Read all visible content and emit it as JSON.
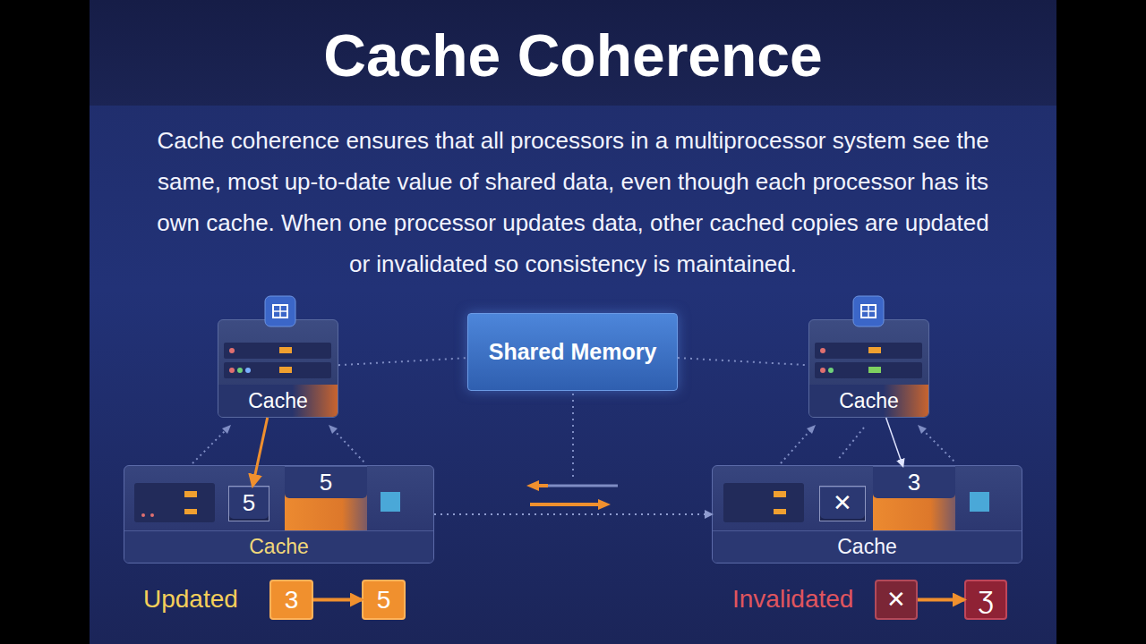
{
  "diagram": {
    "title": "Cache Coherence",
    "caption": "Cache coherence ensures that all processors in a multiprocessor system see the same, most up-to-date value of shared data, even though each processor has its own cache. When one processor updates data, other cached copies are updated or invalidated so consistency is maintained.",
    "nodes": [
      {
        "text": [
          "Cache"
        ]
      },
      {
        "text": [
          "Shared Memory"
        ]
      },
      {
        "text": [
          "Cache"
        ]
      },
      {
        "text": [
          "Cache"
        ]
      },
      {
        "text": [
          "5"
        ],
        "in": 3
      },
      {
        "text": [
          "5"
        ],
        "in": 3
      },
      {
        "text": [
          "Cache"
        ]
      },
      {
        "text": [
          "✕"
        ],
        "in": 6
      },
      {
        "text": [
          "3"
        ],
        "in": 6
      },
      {
        "text": [
          "3"
        ]
      },
      {
        "text": [
          "5"
        ]
      },
      {
        "text": [
          "✕"
        ]
      },
      {
        "text": [
          "Ʒ"
        ]
      }
    ],
    "edges": [
      {
        "from": 0,
        "to": 1,
        "arrow": "none"
      },
      {
        "from": 1,
        "to": 2,
        "arrow": "none"
      },
      {
        "from": 0,
        "to": 4,
        "arrow": "to"
      },
      {
        "from": 2,
        "to": 8,
        "arrow": "to"
      },
      {
        "from": 3,
        "to": 6,
        "arrow": "to"
      },
      {
        "from": 9,
        "to": 10,
        "arrow": "to"
      },
      {
        "from": 11,
        "to": 12,
        "arrow": "to"
      }
    ],
    "labels": [
      "Updated",
      "Invalidated"
    ]
  }
}
